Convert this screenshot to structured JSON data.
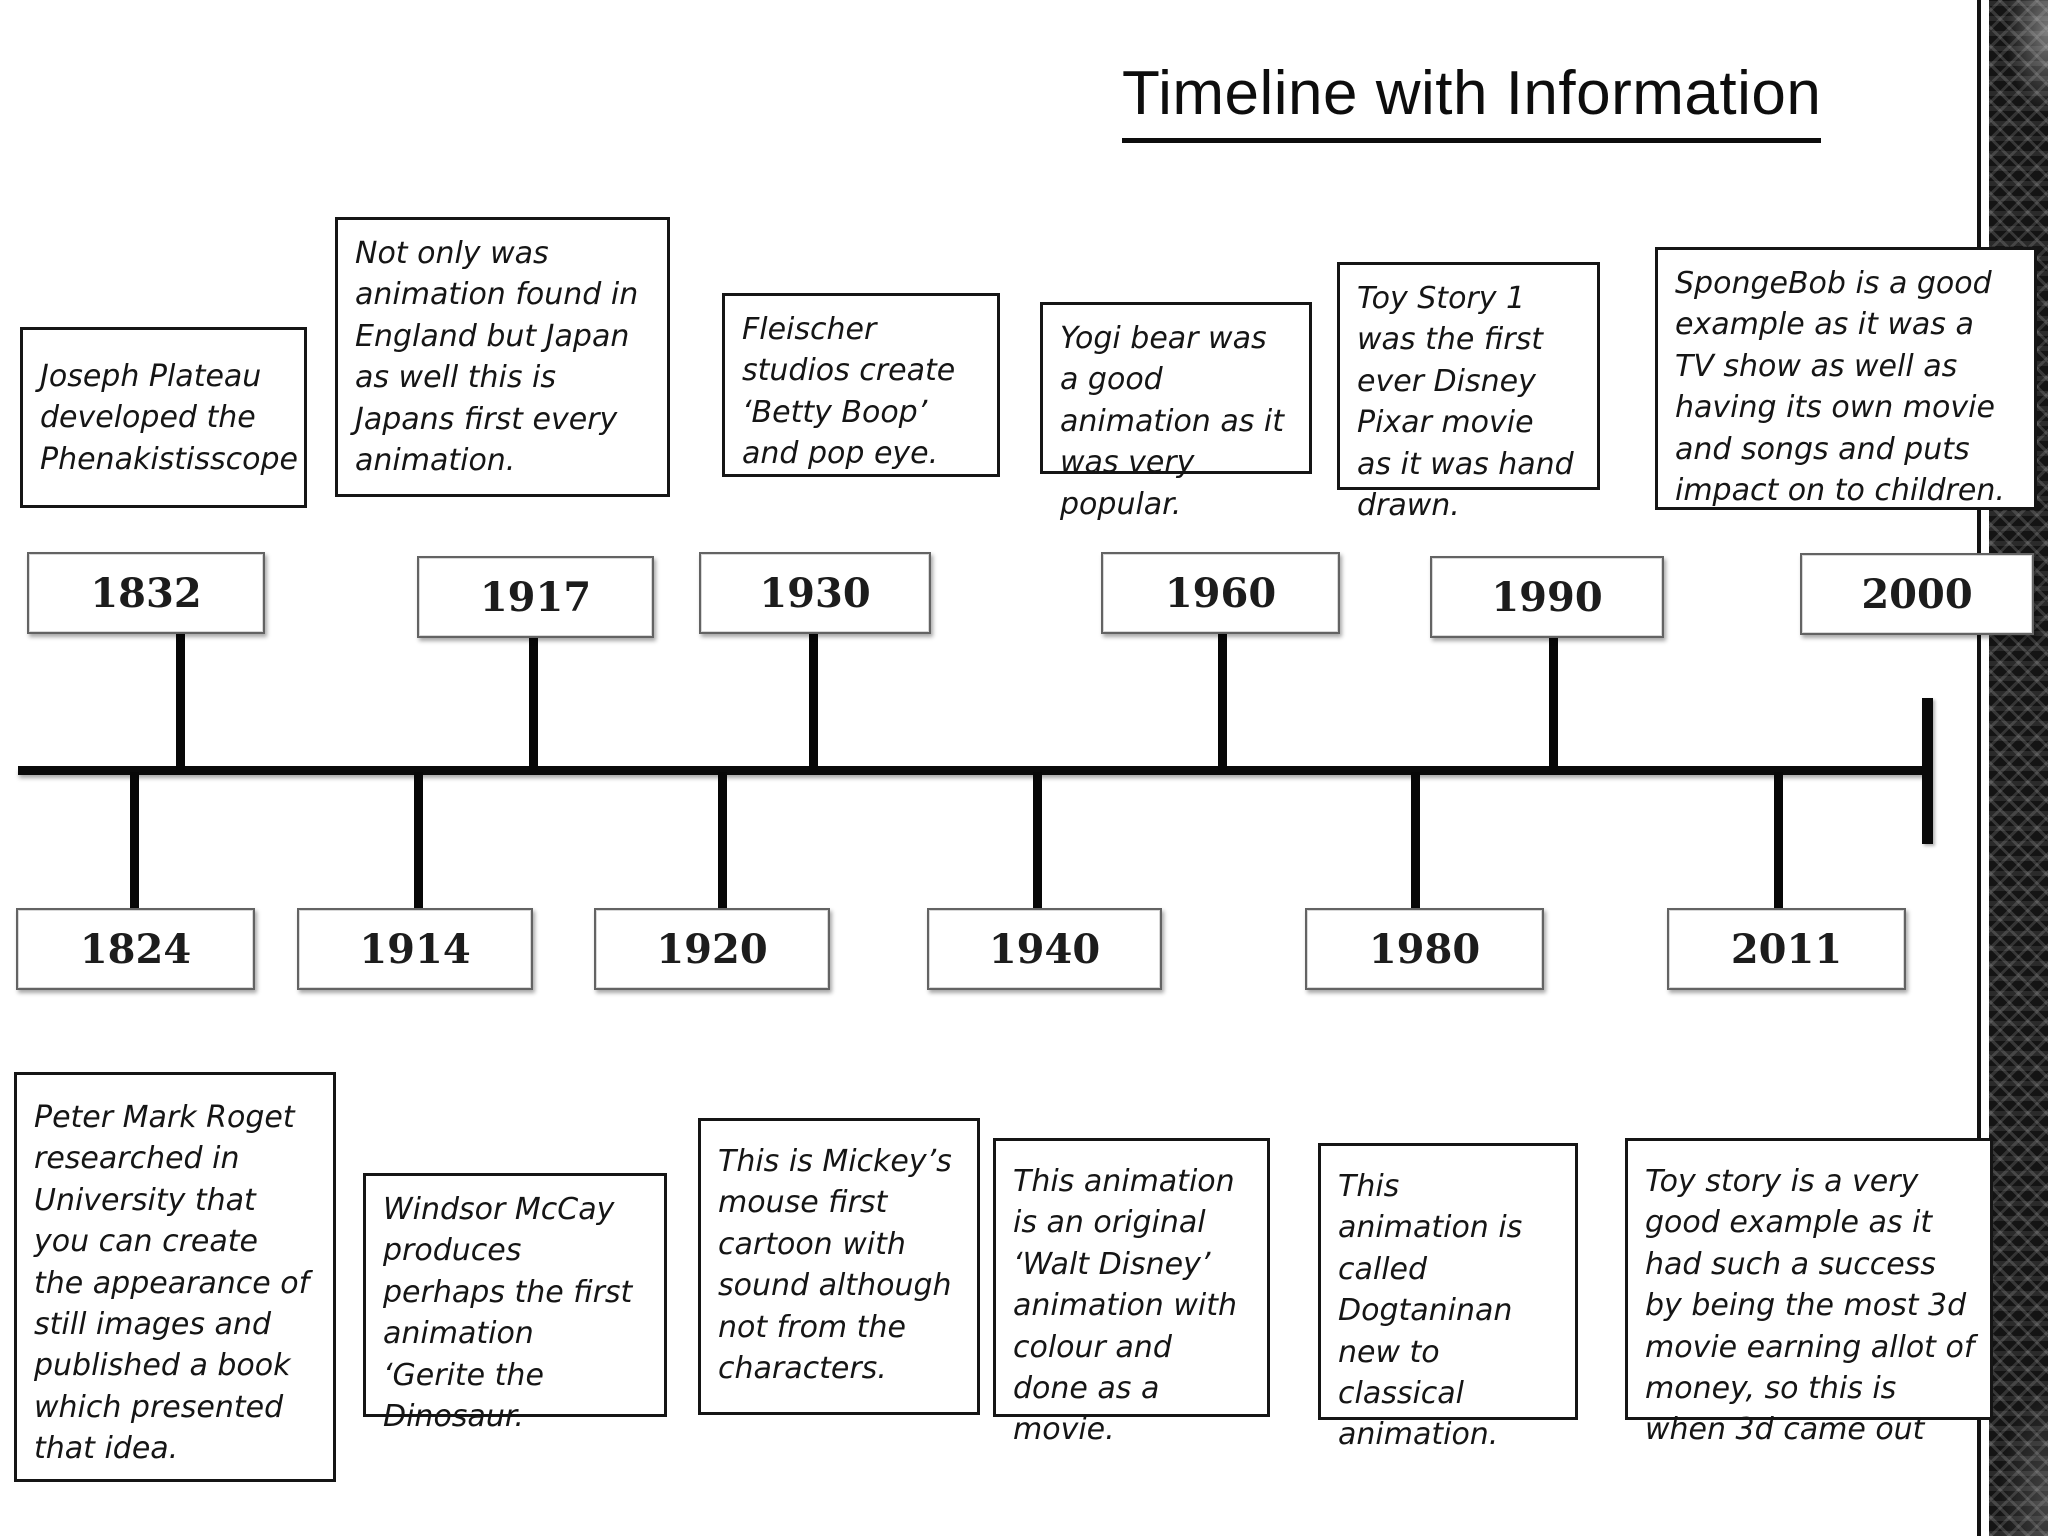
{
  "title": "Timeline with Information",
  "colors": {
    "background": "#ffffff",
    "timeline": "#0a0a0a",
    "year_box_border": "#636363",
    "note_box_border": "#151515",
    "side_texture": "#141414"
  },
  "events_top": [
    {
      "year": "1832",
      "note": "Joseph Plateau developed the Phenakistisscope"
    },
    {
      "year": "1917",
      "note": "Not only was animation found in England but Japan as well this is Japans first every animation."
    },
    {
      "year": "1930",
      "note": "Fleischer studios create ‘Betty Boop’ and pop eye."
    },
    {
      "year": "1960",
      "note": "Yogi bear was a good animation as it was very popular."
    },
    {
      "year": "1990",
      "note": "Toy Story 1 was the first ever Disney Pixar movie as it was hand drawn."
    },
    {
      "year": "2000",
      "note": "SpongeBob is a good example as it was a TV show as well as having its own movie and songs and puts impact on to children."
    }
  ],
  "events_bottom": [
    {
      "year": "1824",
      "note": "Peter Mark Roget researched in University that you can create the appearance of still images and published a book which presented that idea."
    },
    {
      "year": "1914",
      "note": "Windsor McCay produces perhaps the first animation ‘Gerite the Dinosaur."
    },
    {
      "year": "1920",
      "note": "This is Mickey’s mouse first cartoon with sound although not from the characters."
    },
    {
      "year": "1940",
      "note": "This animation is an original ‘Walt Disney’ animation with colour and done as a movie."
    },
    {
      "year": "1980",
      "note": "This animation is called Dogtaninan new to classical animation."
    },
    {
      "year": "2011",
      "note": "Toy story is a very good example as it had such a success by being the most 3d movie earning allot of money, so this is when 3d came out"
    }
  ]
}
